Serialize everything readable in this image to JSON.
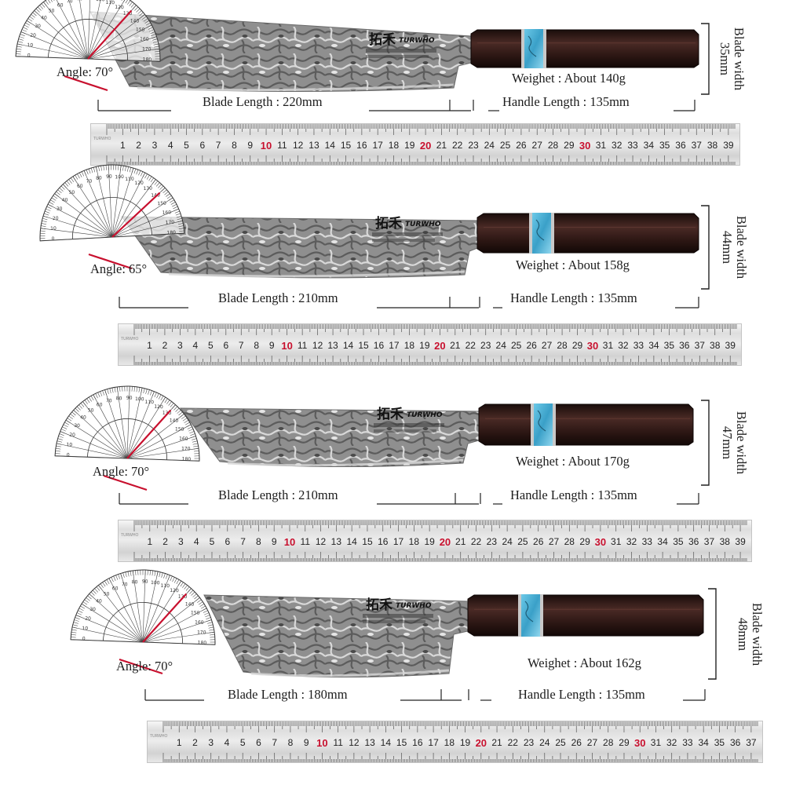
{
  "logo": {
    "mark": "拓禾",
    "brand": "TURWHO"
  },
  "ruler_brand": "TURWHO",
  "specs": [
    {
      "angle": "Angle: 70°",
      "weight": "Weighet : About 140g",
      "blade_length": "Blade Length : 220mm",
      "handle_length": "Handle Length : 135mm",
      "blade_width": [
        "Blade width",
        "35mm"
      ],
      "ruler_max": 39,
      "protractor_angle": 70
    },
    {
      "angle": "Angle: 65°",
      "weight": "Weighet : About 158g",
      "blade_length": "Blade Length : 210mm",
      "handle_length": "Handle Length : 135mm",
      "blade_width": [
        "Blade width",
        "44mm"
      ],
      "ruler_max": 39,
      "protractor_angle": 65
    },
    {
      "angle": "Angle: 70°",
      "weight": "Weighet : About 170g",
      "blade_length": "Blade Length : 210mm",
      "handle_length": "Handle Length : 135mm",
      "blade_width": [
        "Blade width",
        "47mm"
      ],
      "ruler_max": 39,
      "protractor_angle": 70
    },
    {
      "angle": "Angle: 70°",
      "weight": "Weighet : About 162g",
      "blade_length": "Blade Length : 180mm",
      "handle_length": "Handle Length : 135mm",
      "blade_width": [
        "Blade width",
        "48mm"
      ],
      "ruler_max": 37,
      "protractor_angle": 70
    }
  ],
  "colors": {
    "red_mark": "#c8102e",
    "handle_wood": "#2e1a17",
    "turquoise": "#49b3d6",
    "steel": "#9a9a9a"
  }
}
